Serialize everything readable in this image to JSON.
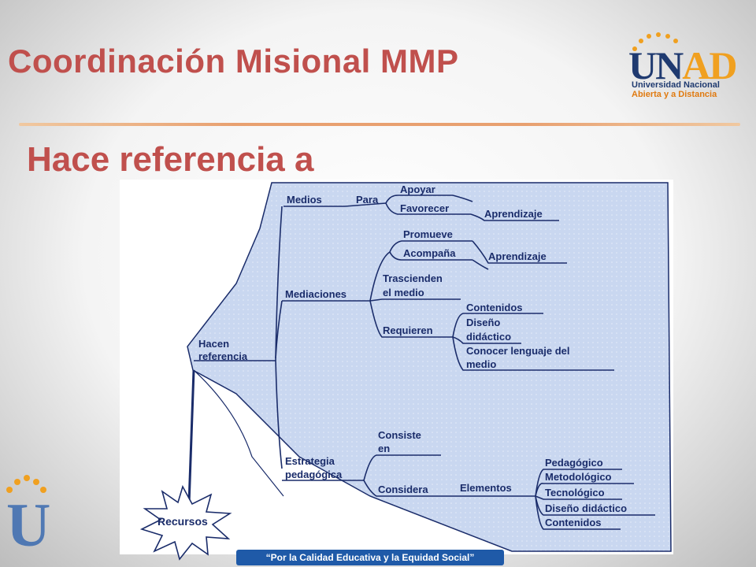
{
  "slide": {
    "title": "Coordinación Misional MMP",
    "subtitle": "Hace referencia a",
    "footer": "“Por la Calidad Educativa y la Equidad Social”"
  },
  "logo": {
    "letters_left": "UN",
    "letters_right": "AD",
    "line1": "Universidad Nacional",
    "line2": "Abierta y a Distancia",
    "side_letter": "U"
  },
  "colors": {
    "title": "#c0504d",
    "map_fill": "#c9d7f0",
    "map_ink": "#1a2c6a",
    "footer_bg": "#1f5aa8",
    "accent_orange": "#f0a020"
  },
  "mindmap": {
    "root": [
      "Hacen",
      "referencia"
    ],
    "medios": {
      "label": "Medios",
      "para": "Para",
      "apoyar": "Apoyar",
      "favorecer": "Favorecer",
      "aprendizaje": "Aprendizaje"
    },
    "mediaciones": {
      "label": "Mediaciones",
      "promueve": "Promueve",
      "acompana": "Acompaña",
      "aprendizaje": "Aprendizaje",
      "trascienden": [
        "Trascienden",
        "el medio"
      ],
      "requieren": "Requieren",
      "contenidos": "Contenidos",
      "diseno": [
        "Diseño",
        "didáctico"
      ],
      "conocer": [
        "Conocer lenguaje del",
        "medio"
      ]
    },
    "estrategia": {
      "label": [
        "Estrategia",
        "pedagógica"
      ],
      "consiste": [
        "Consiste",
        "en"
      ],
      "considera": "Considera",
      "elementos": "Elementos",
      "items": [
        "Pedagógico",
        "Metodológico",
        "Tecnológico",
        "Diseño didáctico",
        "Contenidos"
      ]
    },
    "recursos": "Recursos"
  }
}
